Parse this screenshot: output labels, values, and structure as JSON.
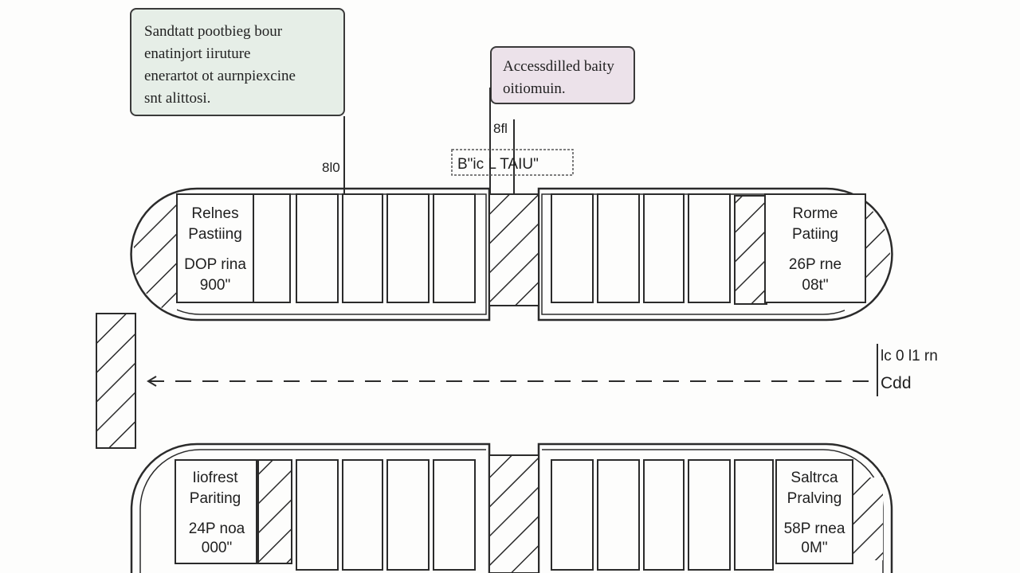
{
  "callouts": {
    "left": {
      "lines": [
        "Sandtatt pootbieg bour",
        "enatinjort iiruture",
        "enerartot ot aurnpiexcine",
        "snt alittosi."
      ],
      "color": "#e6eee7"
    },
    "right": {
      "lines": [
        "Accessdilled baity",
        "oitiomuin."
      ],
      "color": "#ece2ea"
    }
  },
  "dimension_labels": {
    "left_tick": "8l0",
    "center_tick": "8fl",
    "center_box": "B\"ic  L  TAIU\"",
    "right_axis_top": "lc 0 l1 rn",
    "right_axis_bottom": "Cdd"
  },
  "blocks": {
    "top": {
      "left_bay": {
        "name_lines": [
          "Relnes",
          "Pastiing"
        ],
        "size": "DOP rina",
        "angle": "900\""
      },
      "right_bay": {
        "name_lines": [
          "Rorme",
          "Patiing"
        ],
        "size": "26P rne",
        "angle": "08t\""
      }
    },
    "bottom": {
      "left_bay": {
        "name_lines": [
          "Iiofrest",
          "Pariting"
        ],
        "size": "24P noa",
        "angle": "000\""
      },
      "right_bay": {
        "name_lines": [
          "Saltrca",
          "Pralving"
        ],
        "size": "58P rnea",
        "angle": "0M\""
      }
    }
  },
  "colors": {
    "stroke": "#2b2b2b",
    "background": "#fdfdfc",
    "callout_green": "#e6eee7",
    "callout_pink": "#ece2ea"
  }
}
